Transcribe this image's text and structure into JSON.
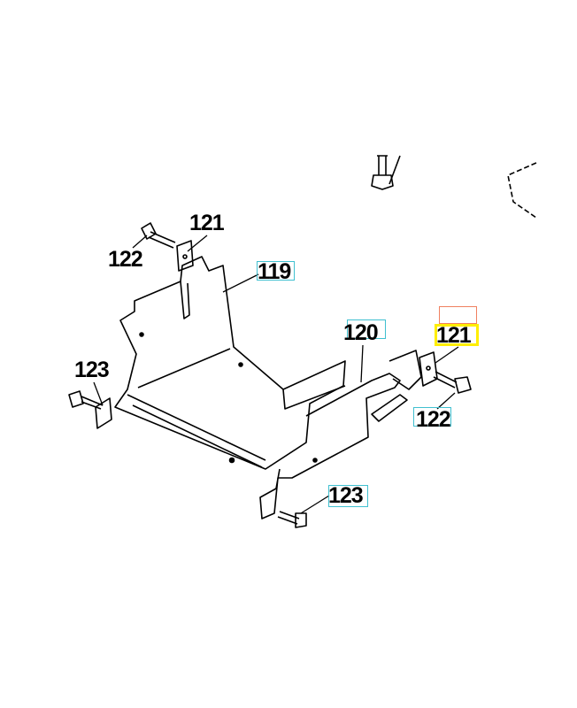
{
  "callouts": [
    {
      "id": "121-top",
      "text": "121"
    },
    {
      "id": "122-top",
      "text": "122"
    },
    {
      "id": "119",
      "text": "119"
    },
    {
      "id": "120",
      "text": "120"
    },
    {
      "id": "121-right",
      "text": "121"
    },
    {
      "id": "122-right",
      "text": "122"
    },
    {
      "id": "123-left",
      "text": "123"
    },
    {
      "id": "123-bottom",
      "text": "123"
    }
  ],
  "highlight": {
    "selected_part": "121",
    "highlight_color": "#ffee00",
    "hover_color": "#f08060",
    "link_color": "#40c0d0"
  }
}
